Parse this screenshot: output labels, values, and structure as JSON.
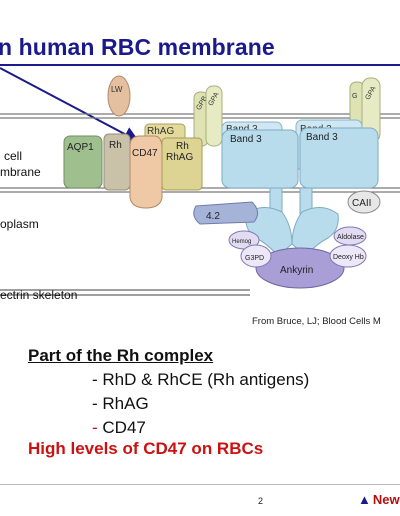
{
  "slide": {
    "title": "n human RBC membrane",
    "citation": "From Bruce, LJ; Blood Cells M",
    "heading": "Part of the Rh complex",
    "bullets": [
      {
        "dash": "-",
        "text": " RhD  & RhCE (Rh antigens)"
      },
      {
        "dash": "-",
        "text": " RhAG"
      },
      {
        "dash": "-",
        "text": " CD47"
      }
    ],
    "highlight": "High levels of CD47 on RBCs",
    "page_number": "2",
    "logo_text": "New"
  },
  "diagram": {
    "side_labels": [
      "cell",
      "mbrane",
      "oplasm",
      "ectrin skeleton"
    ],
    "proteins": {
      "lw": "LW",
      "gpb": "GPB",
      "gpa_left": "GPA",
      "gpa_right": "GPA",
      "gp_right": "G",
      "rhag_top": "RhAG",
      "band3_back1": "Band 3",
      "band3_back2": "Band 3",
      "aqp1": "AQP1",
      "rh": "Rh",
      "cd47": "CD47",
      "rh_front": "Rh",
      "rhag_front": "RhAG",
      "band3_front1": "Band 3",
      "band3_front2": "Band 3",
      "caii": "CAII",
      "p42": "4.2",
      "hemoglobin": "Hemog",
      "aldolase": "Aldolase",
      "deoxy_hb": "Deoxy Hb",
      "g3pd": "G3PD",
      "ankyrin": "Ankyrin"
    },
    "colors": {
      "title": "#1a1a8c",
      "accent_red": "#cc1111",
      "arrow": "#1a1a8c",
      "band3": "#b9dced",
      "cd47": "#efc8a6",
      "aqp1": "#9fbf8f",
      "rh": "#c9c2a9",
      "rhag": "#d6cc8b",
      "ankyrin": "#a99fd6",
      "glycophorin": "#dee3b4"
    }
  }
}
